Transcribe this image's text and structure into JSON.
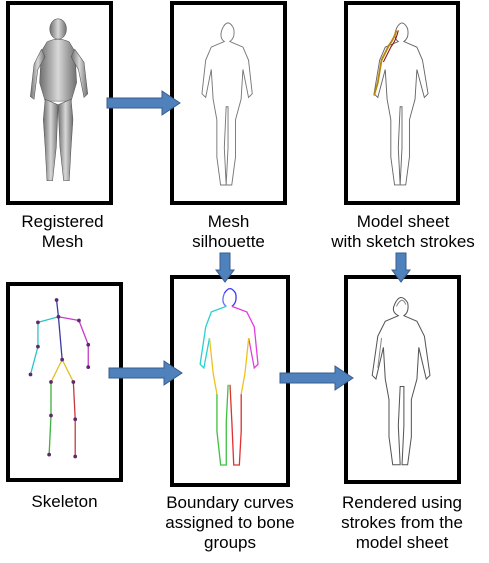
{
  "panels": [
    {
      "id": "registered-mesh",
      "caption": [
        "Registered",
        "Mesh"
      ]
    },
    {
      "id": "mesh-silhouette",
      "caption": [
        "Mesh",
        "silhouette"
      ]
    },
    {
      "id": "model-sheet",
      "caption": [
        "Model sheet",
        "with sketch strokes"
      ]
    },
    {
      "id": "skeleton",
      "caption": [
        "Skeleton"
      ]
    },
    {
      "id": "boundary-curves",
      "caption": [
        "Boundary curves",
        "assigned to bone",
        "groups"
      ]
    },
    {
      "id": "rendered",
      "caption": [
        "Rendered using",
        "strokes from the",
        "model sheet"
      ]
    }
  ],
  "colors": {
    "arrow_fill": "#4f81bd",
    "arrow_stroke": "#385d8a",
    "frame": "#000000",
    "mesh_gray": "#9a9a9a"
  }
}
